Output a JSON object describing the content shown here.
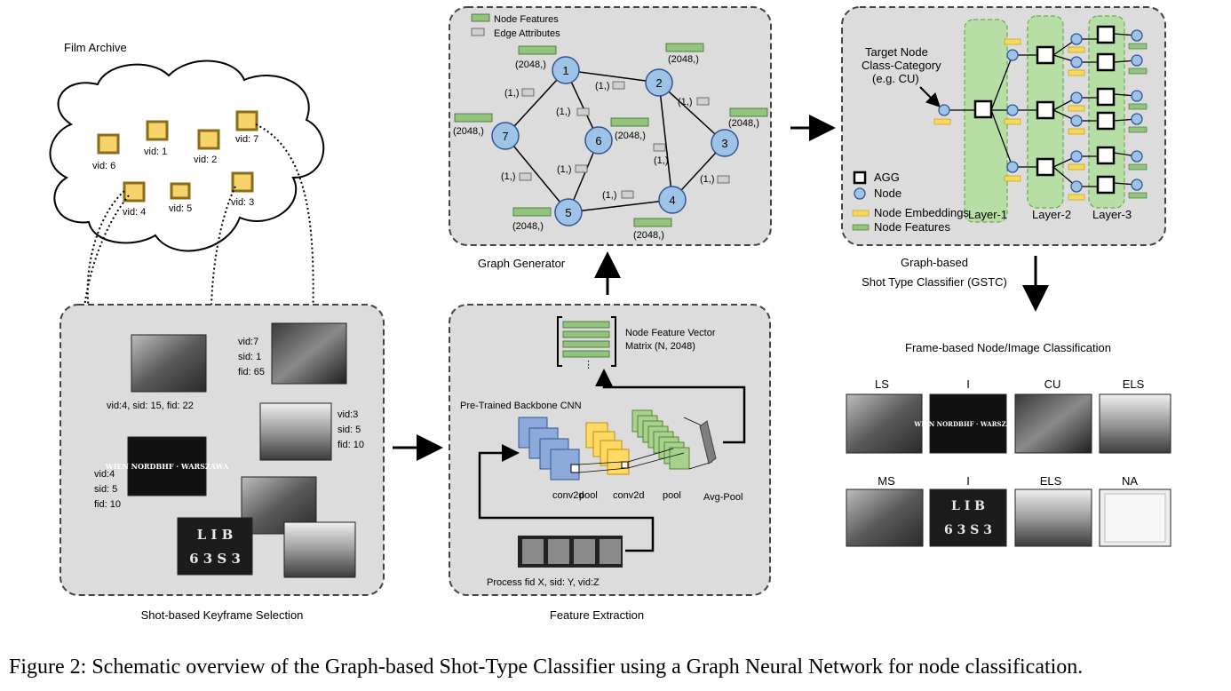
{
  "archive": {
    "title": "Film Archive",
    "videos": [
      "vid: 6",
      "vid: 1",
      "vid: 2",
      "vid: 7",
      "vid: 4",
      "vid: 5",
      "vid: 3"
    ]
  },
  "keyframe": {
    "title": "Shot-based Keyframe Selection",
    "frames": {
      "f1": "vid:4, sid: 15, fid: 22",
      "f2": [
        "vid:7",
        "sid: 1",
        "fid: 65"
      ],
      "f3": [
        "vid:3",
        "sid: 5",
        "fid: 10"
      ],
      "f4": [
        "vid:4",
        "sid: 5",
        "fid: 10"
      ]
    },
    "sign_text": "WIEN NORDBHF · WARSZAWA",
    "lib_text": [
      "L I B",
      "6 3 S 3"
    ]
  },
  "feature": {
    "title": "Feature Extraction",
    "matrix_label": [
      "Node Feature Vector",
      "Matrix (N, 2048)"
    ],
    "backbone_label": "Pre-Trained Backbone CNN",
    "layers": [
      "conv2d",
      "pool",
      "conv2d",
      "pool",
      "Avg-Pool"
    ],
    "process_label": "Process fid X, sid: Y, vid:Z"
  },
  "graph": {
    "title": "Graph Generator",
    "legend": [
      "Node Features",
      "Edge Attributes"
    ],
    "nodes": [
      "1",
      "2",
      "3",
      "4",
      "5",
      "6",
      "7"
    ],
    "feature_label": "(2048,)",
    "edge_label": "(1,)"
  },
  "gstc": {
    "title_lines": [
      "Graph-based",
      "Shot Type Classifier (GSTC)"
    ],
    "target_label": [
      "Target Node",
      "Class-Category",
      "(e.g. CU)"
    ],
    "legend": [
      "AGG",
      "Node",
      "Node Embeddings",
      "Node Features"
    ],
    "layers": [
      "Layer-1",
      "Layer-2",
      "Layer-3"
    ]
  },
  "classification": {
    "title": "Frame-based Node/Image Classification",
    "labels_row1": [
      "LS",
      "I",
      "CU",
      "ELS"
    ],
    "labels_row2": [
      "MS",
      "I",
      "ELS",
      "NA"
    ]
  },
  "caption": "Figure 2: Schematic overview of the Graph-based Shot-Type Classifier using a Graph Neural Network for node classification.",
  "colors": {
    "panel": "#dcdcdc",
    "node": "#9ec3e6",
    "feature": "#93c47d",
    "embedding": "#f9d95c",
    "vid": "#f7d46a",
    "cnn_blue": "#8eaadb",
    "cnn_yellow": "#ffd966",
    "cnn_green": "#a9d18e"
  }
}
